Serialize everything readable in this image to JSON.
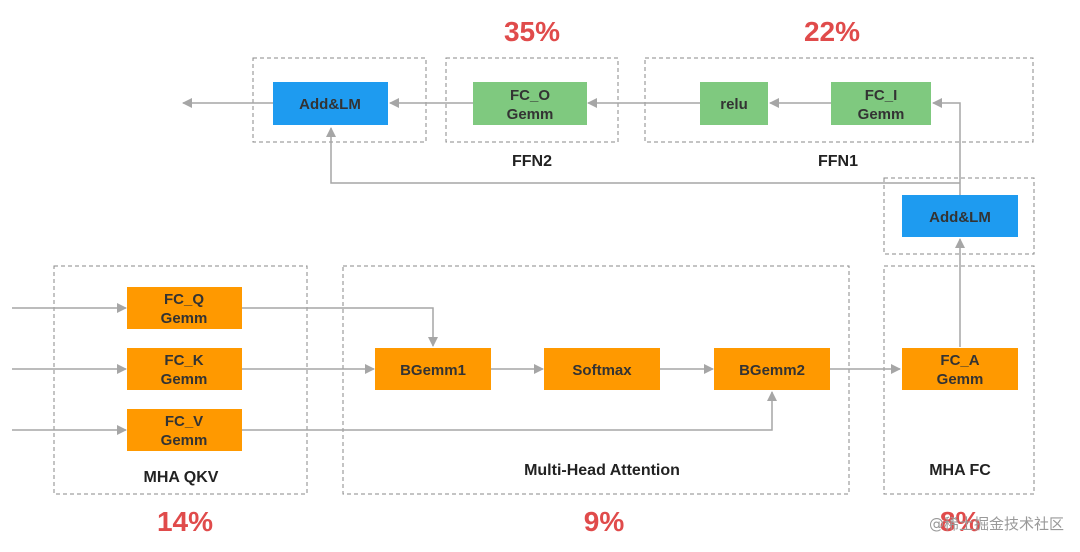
{
  "colors": {
    "orange": "#FF9900",
    "green": "#7FC97F",
    "blue": "#1E9BF0",
    "percent_red": "#E04B4B",
    "arrow_gray": "#A6A6A6",
    "border_gray": "#888888"
  },
  "groups": {
    "ffn2": {
      "label": "FFN2"
    },
    "ffn1": {
      "label": "FFN1"
    },
    "addlm_top": {
      "label": ""
    },
    "addlm_right": {
      "label": ""
    },
    "mha_qkv": {
      "label": "MHA QKV"
    },
    "attention": {
      "label": "Multi-Head Attention"
    },
    "mha_fc": {
      "label": "MHA FC"
    }
  },
  "nodes": {
    "add_lm_top": {
      "line1": "Add&LM",
      "line2": ""
    },
    "fc_o": {
      "line1": "FC_O",
      "line2": "Gemm"
    },
    "relu": {
      "line1": "relu",
      "line2": ""
    },
    "fc_i": {
      "line1": "FC_I",
      "line2": "Gemm"
    },
    "add_lm_right": {
      "line1": "Add&LM",
      "line2": ""
    },
    "fc_q": {
      "line1": "FC_Q",
      "line2": "Gemm"
    },
    "fc_k": {
      "line1": "FC_K",
      "line2": "Gemm"
    },
    "fc_v": {
      "line1": "FC_V",
      "line2": "Gemm"
    },
    "bgemm1": {
      "line1": "BGemm1",
      "line2": ""
    },
    "softmax": {
      "line1": "Softmax",
      "line2": ""
    },
    "bgemm2": {
      "line1": "BGemm2",
      "line2": ""
    },
    "fc_a": {
      "line1": "FC_A",
      "line2": "Gemm"
    }
  },
  "percentages": {
    "ffn2": "35%",
    "ffn1": "22%",
    "mha_qkv": "14%",
    "attention": "9%",
    "mha_fc": "8%"
  },
  "watermark": "@稀土掘金技术社区"
}
